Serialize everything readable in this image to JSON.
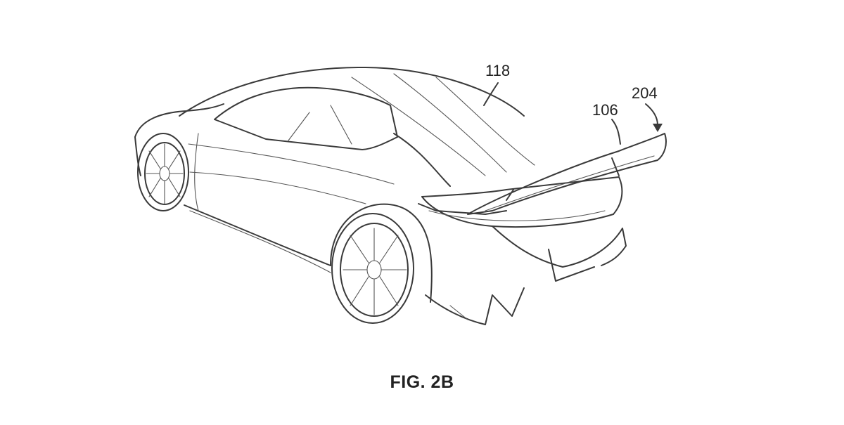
{
  "figure": {
    "caption": "FIG. 2B",
    "reference_labels": [
      {
        "id": "roof",
        "text": "118"
      },
      {
        "id": "spoiler",
        "text": "106"
      },
      {
        "id": "spoiler-assembly",
        "text": "204"
      }
    ]
  },
  "colors": {
    "line": "#3a3a3a",
    "background": "#ffffff"
  }
}
